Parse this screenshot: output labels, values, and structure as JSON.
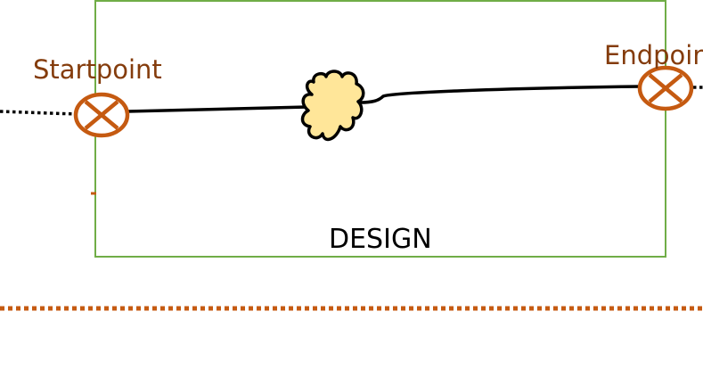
{
  "labels": {
    "start": "Startpoint",
    "end": "Endpoint",
    "box": "DESIGN"
  },
  "colors": {
    "box_border": "#70ad47",
    "marker": "#c55a11",
    "label_text": "#843c0c",
    "box_text": "#000000",
    "cloud_fill": "#ffe699",
    "line": "#000000",
    "dotted_rule": "#c55a11"
  },
  "icons": {
    "start_marker": "x-circle-icon",
    "end_marker": "x-circle-icon",
    "cloud": "cloud-icon"
  }
}
